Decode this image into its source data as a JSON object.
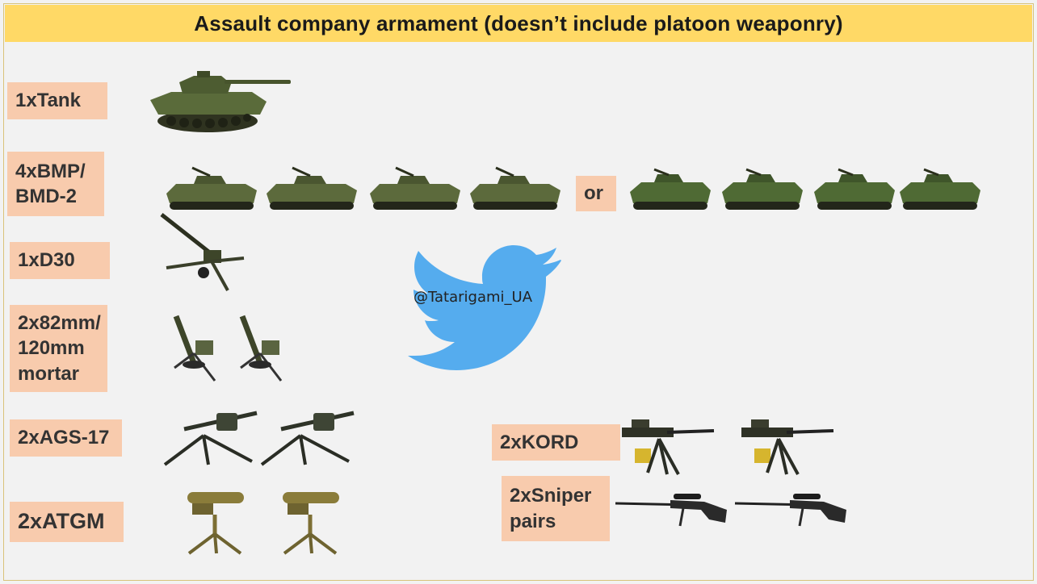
{
  "title": "Assault company armament (doesn’t include platoon weaponry)",
  "labels": {
    "tank": "1xTank",
    "bmp": "4xBMP/\nBMD-2",
    "or": "or",
    "d30": "1xD30",
    "mortar": "2x82mm/\n120mm\nmortar",
    "ags": "2xAGS-17",
    "atgm": "2xATGM",
    "kord": "2xKORD",
    "sniper": "2xSniper\npairs"
  },
  "watermark": {
    "handle": "@Tatarigami_UA",
    "icon": "twitter-bird-icon"
  },
  "colors": {
    "title_bg": "#ffd966",
    "label_bg": "#f8cbad",
    "twitter_blue": "#55acee",
    "tank_green": "#5a6b3a"
  },
  "icons": {
    "tank": "tank-icon",
    "bmp": "bmp-icon",
    "bmd": "bmd-icon",
    "howitzer": "howitzer-icon",
    "mortar": "mortar-icon",
    "grenade_launcher": "grenade-launcher-icon",
    "atgm": "atgm-launcher-icon",
    "machine_gun": "machine-gun-icon",
    "sniper_rifle": "sniper-rifle-icon"
  }
}
